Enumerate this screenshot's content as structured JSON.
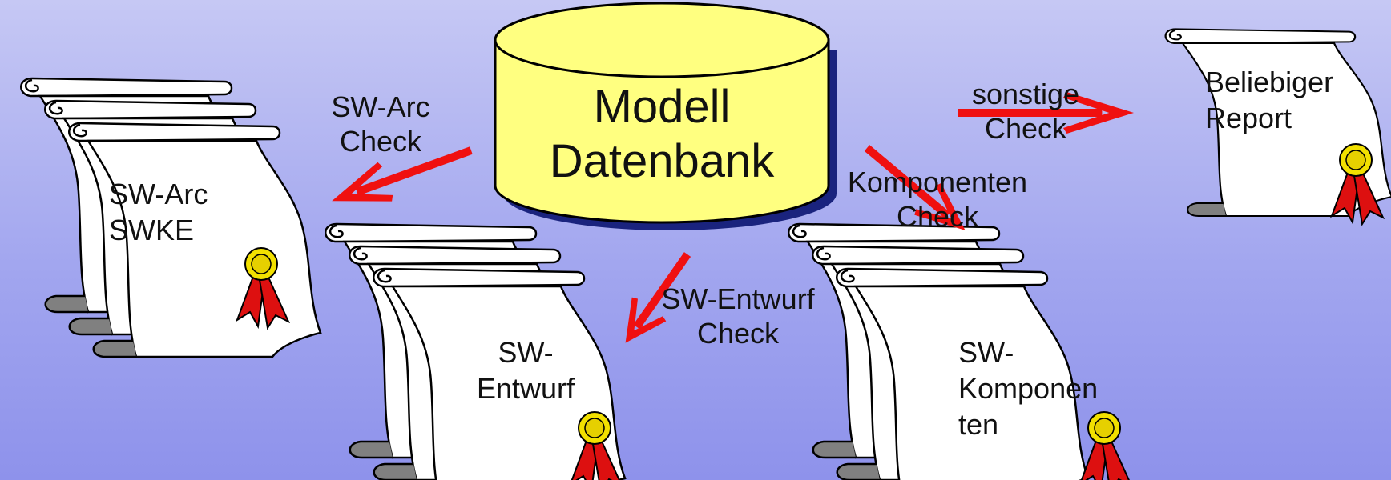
{
  "database": {
    "line1": "Modell",
    "line2": "Datenbank"
  },
  "checks": {
    "swarc": {
      "line1": "SW-Arc",
      "line2": "Check"
    },
    "sonstige": {
      "line1": "sonstige",
      "line2": "Check"
    },
    "komponenten": {
      "line1": "Komponenten",
      "line2": "Check"
    },
    "entwurf": {
      "line1": "SW-Entwurf",
      "line2": "Check"
    }
  },
  "documents": {
    "swarc": {
      "line1": "SW-Arc",
      "line2": "SWKE"
    },
    "entwurf": {
      "line1": "SW-",
      "line2": "Entwurf"
    },
    "komponenten": {
      "line1": "SW-",
      "line2": "Komponen",
      "line3": "ten"
    },
    "report": {
      "line1": "Beliebiger",
      "line2": "Report"
    }
  },
  "colors": {
    "db_fill": "#ffff80",
    "db_shadow": "#1a237e",
    "arrow": "#f01010",
    "seal_red": "#dd1010",
    "seal_gold": "#f2e000",
    "scroll_curl": "#808080"
  }
}
